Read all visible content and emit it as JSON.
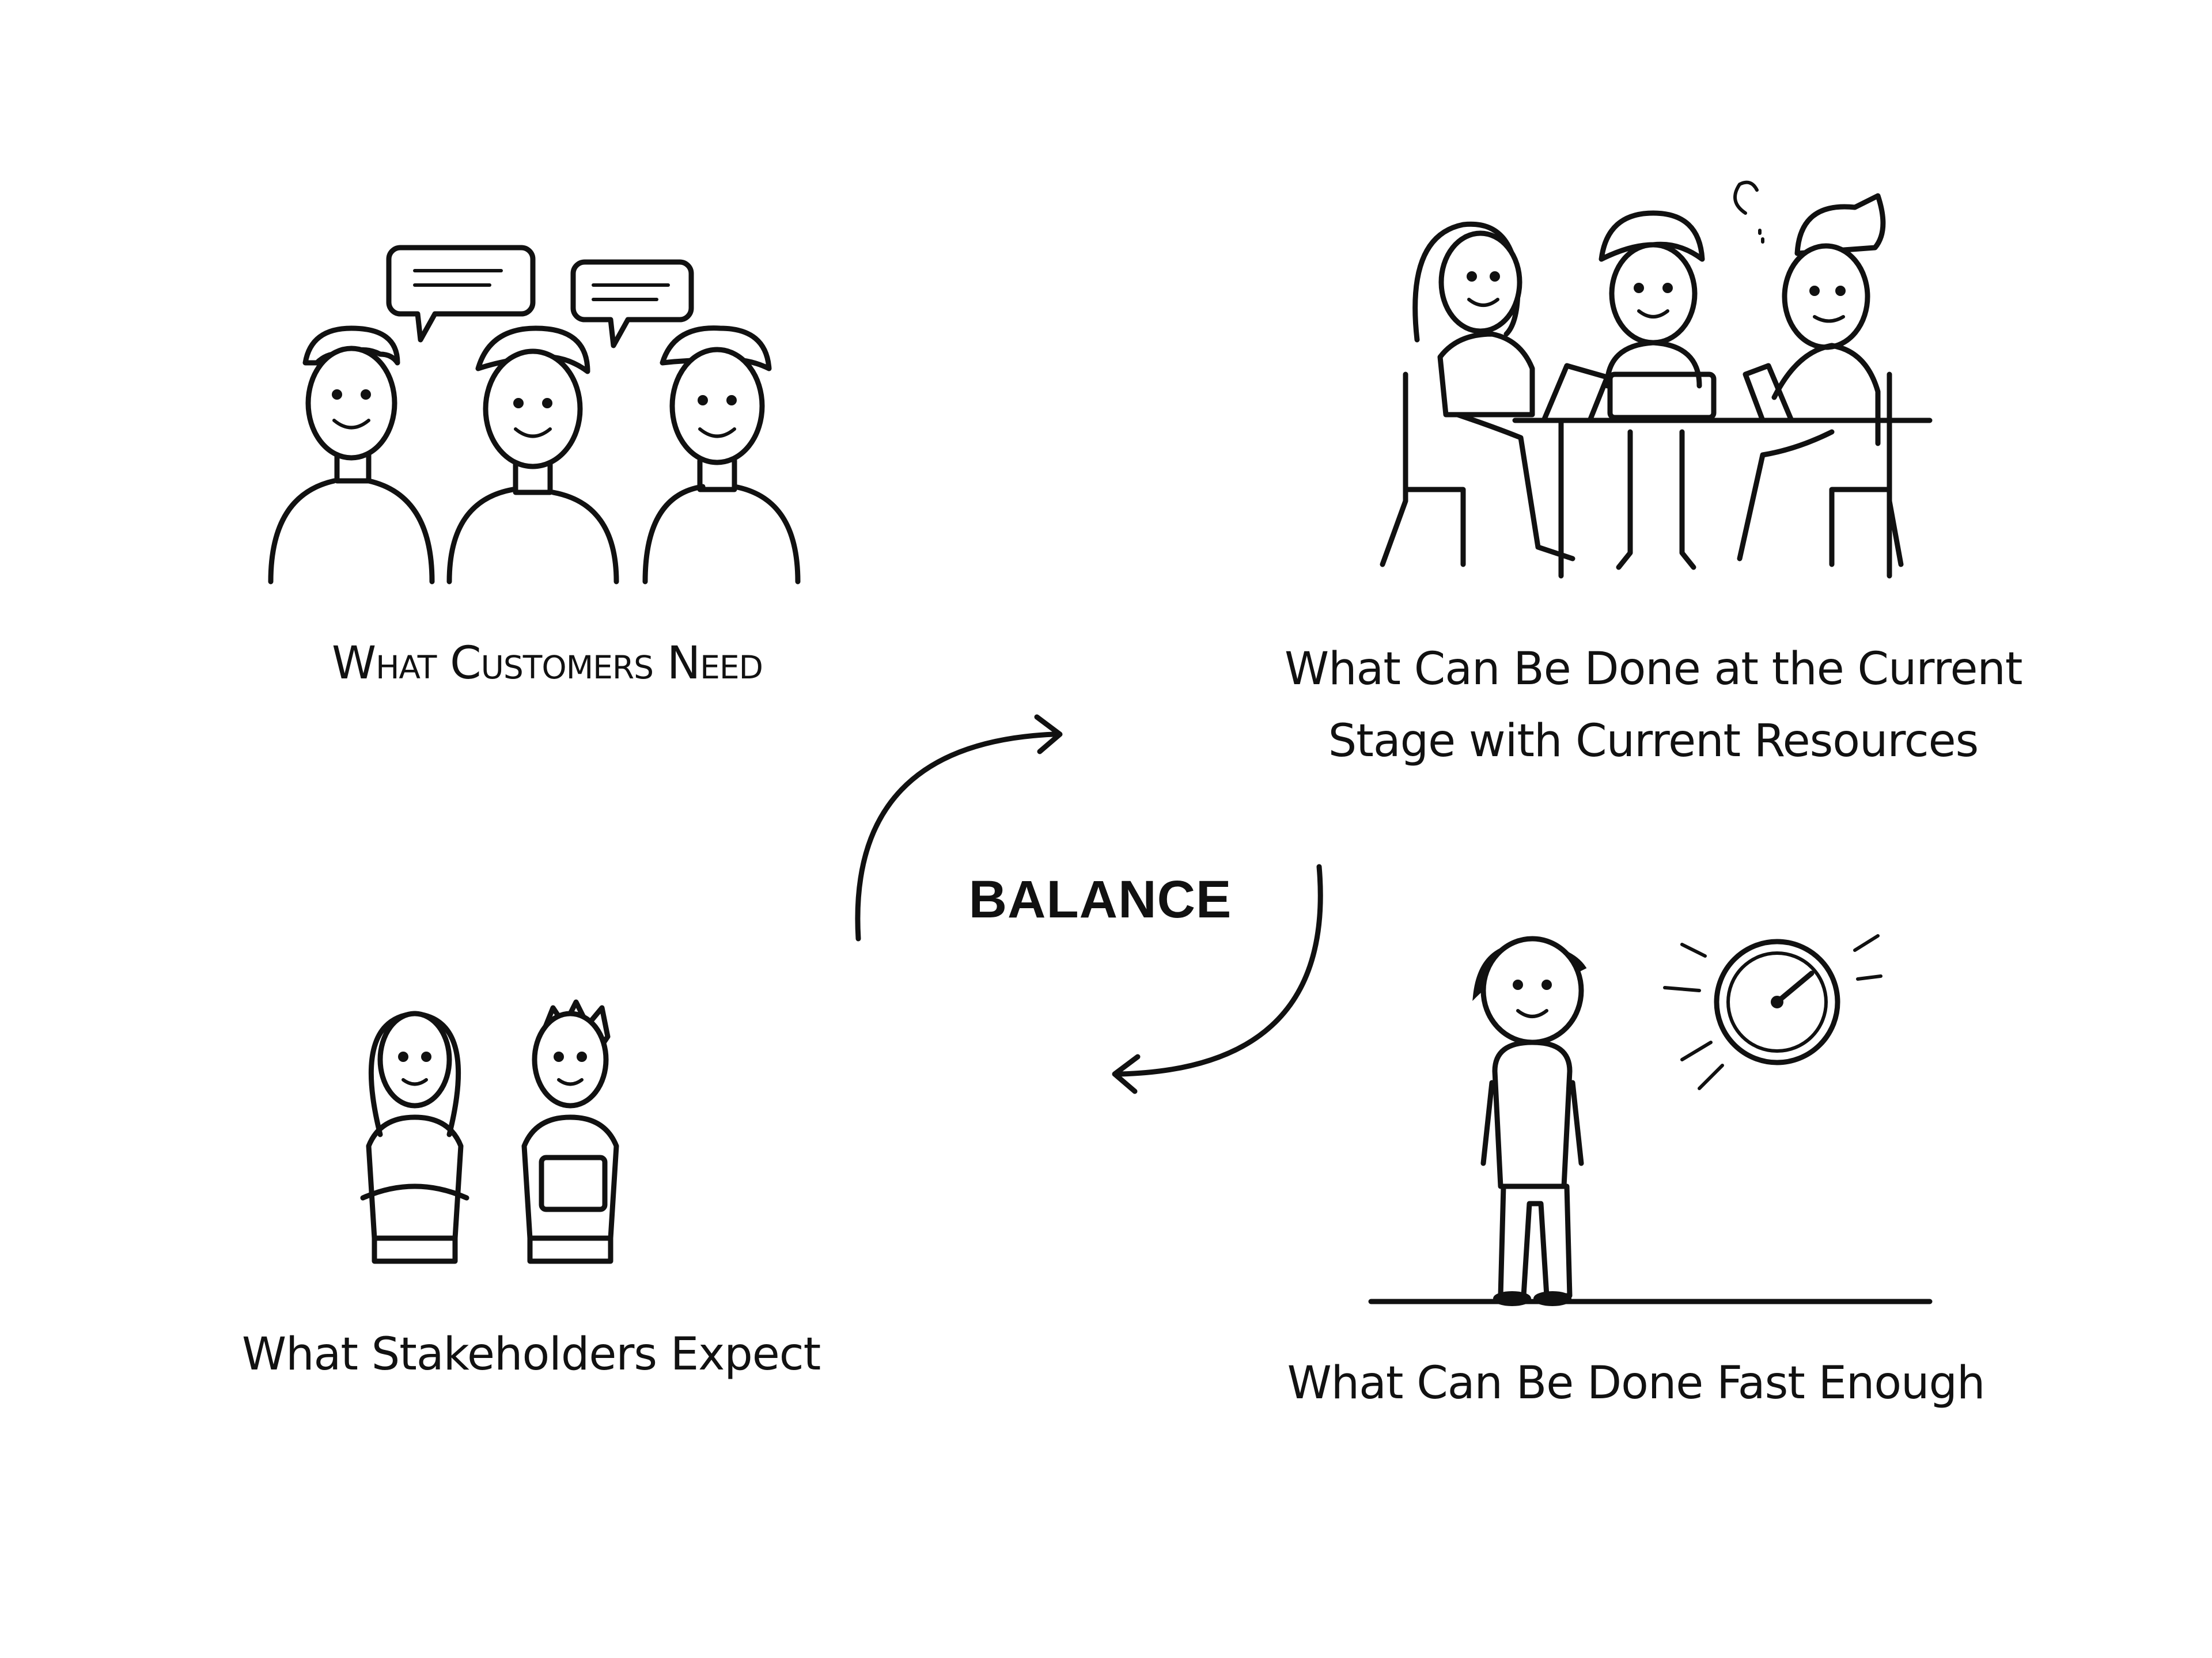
{
  "center": {
    "label": "BALANCE"
  },
  "panels": {
    "customers": {
      "caption": "What Customers Need",
      "icon": "customers-speaking-icon"
    },
    "current_stage": {
      "caption_line1": "What Can Be Done at the Current",
      "caption_line2": "Stage with Current Resources",
      "icon": "team-at-laptops-icon"
    },
    "stakeholders": {
      "caption": "What Stakeholders Expect",
      "icon": "stakeholders-icon"
    },
    "fast": {
      "caption": "What Can Be Done Fast Enough",
      "icon": "person-with-stopwatch-icon"
    }
  },
  "colors": {
    "ink": "#111111",
    "background": "#ffffff"
  }
}
